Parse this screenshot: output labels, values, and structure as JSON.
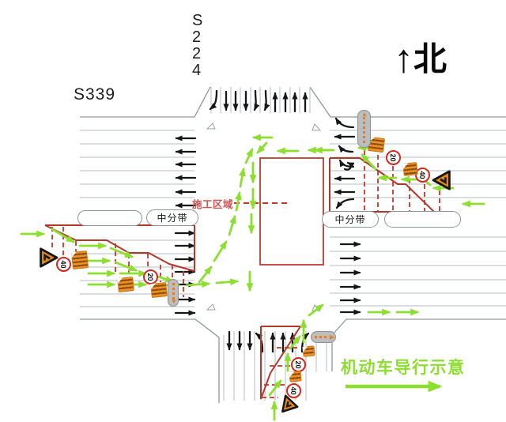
{
  "labels": {
    "west_road": "S339",
    "north_road": "S224",
    "compass": "北",
    "construction_area": "施工区域",
    "median_west": "中分带",
    "median_east": "中分带",
    "legend": "机动车导行示意"
  },
  "signs": {
    "west": {
      "outer": "40",
      "inner": "20"
    },
    "east": {
      "inner": "20",
      "outer": "40"
    },
    "south": {
      "inner": "20",
      "outer": "40"
    }
  },
  "icons": {
    "north_arrow": "↑",
    "roadwork_triangle": "warning-triangle-roadwork",
    "barrier_board": "orange-striped-barrier-board",
    "guidance_board": "gray-guidance-barrier"
  },
  "colors": {
    "diversion_green": "#8CDE2F",
    "construction_red": "#B5372A",
    "sign_orange": "#EE9025",
    "road_gray": "#9aa0a6"
  }
}
